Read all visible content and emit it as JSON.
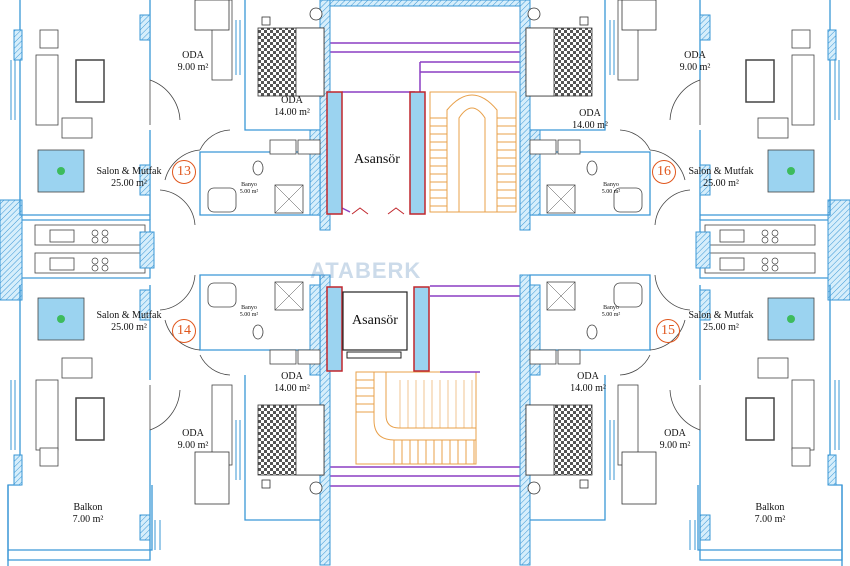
{
  "watermark": "ATABERK",
  "units": [
    {
      "number": "13",
      "rooms": {
        "oda_small": {
          "name": "ODA",
          "area": "9.00 m²"
        },
        "oda_big": {
          "name": "ODA",
          "area": "14.00 m²"
        },
        "salon": {
          "name": "Salon & Mutfak",
          "area": "25.00 m²"
        },
        "banyo": {
          "name": "Banyo",
          "area": "5.00 m²"
        }
      }
    },
    {
      "number": "16",
      "rooms": {
        "oda_small": {
          "name": "ODA",
          "area": "9.00 m²"
        },
        "oda_big": {
          "name": "ODA",
          "area": "14.00 m²"
        },
        "salon": {
          "name": "Salon & Mutfak",
          "area": "25.00 m²"
        },
        "banyo": {
          "name": "Banyo",
          "area": "5.00 m²"
        }
      }
    },
    {
      "number": "14",
      "rooms": {
        "oda_small": {
          "name": "ODA",
          "area": "9.00 m²"
        },
        "oda_big": {
          "name": "ODA",
          "area": "14.00 m²"
        },
        "salon": {
          "name": "Salon & Mutfak",
          "area": "25.00 m²"
        },
        "banyo": {
          "name": "Banyo",
          "area": "5.00 m²"
        },
        "balkon": {
          "name": "Balkon",
          "area": "7.00 m²"
        }
      }
    },
    {
      "number": "15",
      "rooms": {
        "oda_small": {
          "name": "ODA",
          "area": "9.00 m²"
        },
        "oda_big": {
          "name": "ODA",
          "area": "14.00 m²"
        },
        "salon": {
          "name": "Salon & Mutfak",
          "area": "25.00 m²"
        },
        "banyo": {
          "name": "Banyo",
          "area": "5.00 m²"
        },
        "balkon": {
          "name": "Balkon",
          "area": "7.00 m²"
        }
      }
    }
  ],
  "elevators": [
    {
      "label": "Asansör"
    },
    {
      "label": "Asansör"
    }
  ],
  "colors": {
    "wall": "#3a97d6",
    "wall_fill": "#bfe3f7",
    "stair": "#e8a04a",
    "elevator_frame": "#c0272d",
    "corridor": "#8b3fc4",
    "furniture": "#444444",
    "unit_number": "#e0561c"
  }
}
